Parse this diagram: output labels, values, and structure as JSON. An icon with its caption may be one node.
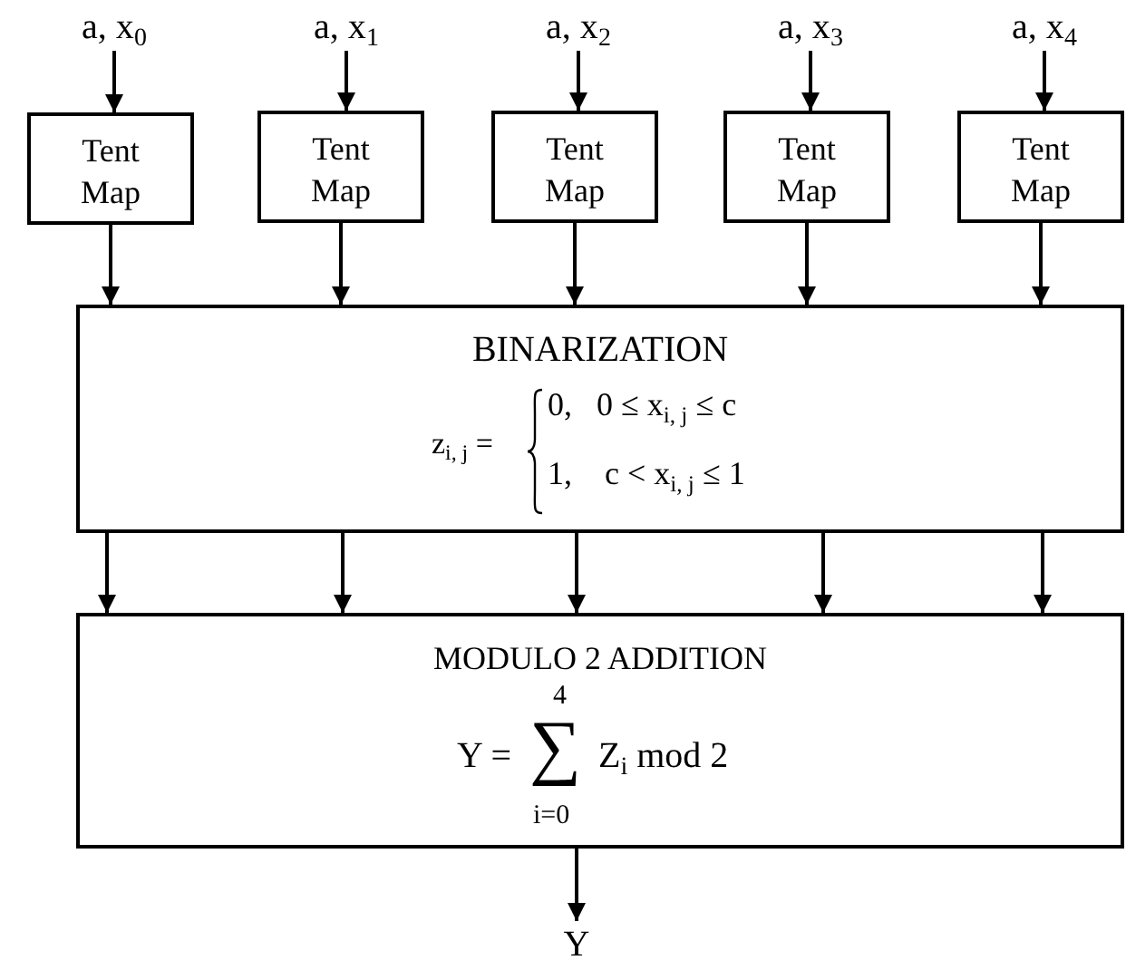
{
  "diagram": {
    "nodes": [
      {
        "text": [
          "a, x$_{0}$"
        ]
      },
      {
        "text": [
          "a, x$_{1}$"
        ]
      },
      {
        "text": [
          "a, x$_{2}$"
        ]
      },
      {
        "text": [
          "a, x$_{3}$"
        ]
      },
      {
        "text": [
          "a, x$_{4}$"
        ]
      },
      {
        "text": [
          "Tent Map"
        ]
      },
      {
        "text": [
          "Tent Map"
        ]
      },
      {
        "text": [
          "Tent Map"
        ]
      },
      {
        "text": [
          "Tent Map"
        ]
      },
      {
        "text": [
          "Tent Map"
        ]
      },
      {
        "text": [
          "BINARIZATION",
          "z$_{i, j}$ =",
          "0,   0 ≤ x$_{i, j}$ ≤ c",
          "1,    c < x$_{i, j}$ ≤ 1"
        ]
      },
      {
        "text": [
          "MODULO 2 ADDITION",
          "Y =",
          "4",
          "∑",
          "i=0",
          "Z$_{i}$ mod 2"
        ]
      },
      {
        "text": [
          "Y"
        ]
      }
    ],
    "edges": [
      {
        "from": 0,
        "to": 5,
        "arrow": "to"
      },
      {
        "from": 1,
        "to": 6,
        "arrow": "to"
      },
      {
        "from": 2,
        "to": 7,
        "arrow": "to"
      },
      {
        "from": 3,
        "to": 8,
        "arrow": "to"
      },
      {
        "from": 4,
        "to": 9,
        "arrow": "to"
      },
      {
        "from": 5,
        "to": 10,
        "arrow": "to"
      },
      {
        "from": 6,
        "to": 10,
        "arrow": "to"
      },
      {
        "from": 7,
        "to": 10,
        "arrow": "to"
      },
      {
        "from": 8,
        "to": 10,
        "arrow": "to"
      },
      {
        "from": 9,
        "to": 10,
        "arrow": "to"
      },
      {
        "from": 10,
        "to": 11,
        "arrow": "to"
      },
      {
        "from": 10,
        "to": 11,
        "arrow": "to"
      },
      {
        "from": 10,
        "to": 11,
        "arrow": "to"
      },
      {
        "from": 10,
        "to": 11,
        "arrow": "to"
      },
      {
        "from": 10,
        "to": 11,
        "arrow": "to"
      },
      {
        "from": 11,
        "to": 12,
        "arrow": "to"
      }
    ]
  }
}
